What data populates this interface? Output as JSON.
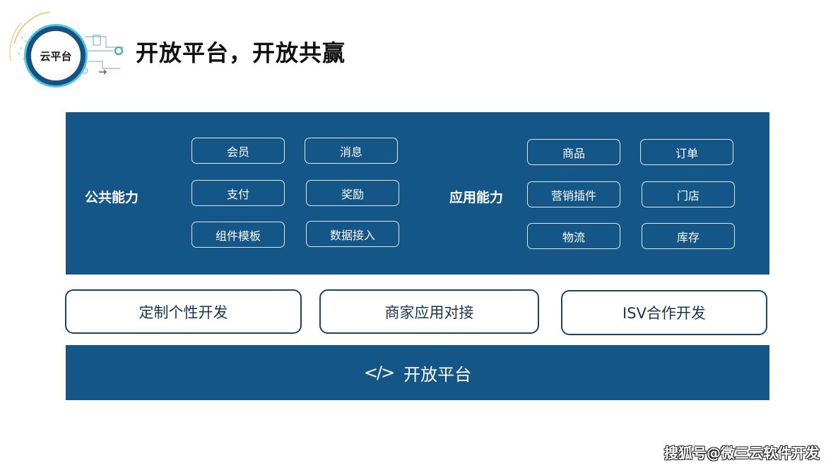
{
  "header": {
    "logo_label": "云平台",
    "title": "开放平台，开放共赢"
  },
  "top_panel": {
    "public": {
      "label": "公共能力",
      "items": [
        "会员",
        "消息",
        "支付",
        "奖励",
        "组件模板",
        "数据接入"
      ]
    },
    "application": {
      "label": "应用能力",
      "items": [
        "商品",
        "订单",
        "营销插件",
        "门店",
        "物流",
        "库存"
      ]
    }
  },
  "middle": {
    "items": [
      "定制个性开发",
      "商家应用对接",
      "ISV合作开发"
    ]
  },
  "bottom": {
    "icon": "code-icon",
    "icon_glyph": "</>",
    "label": "开放平台"
  },
  "watermark": "搜狐号@微三云软件开发",
  "colors": {
    "primary": "#145687",
    "box_border": "#16456a",
    "accent": "#4cc3e0"
  }
}
